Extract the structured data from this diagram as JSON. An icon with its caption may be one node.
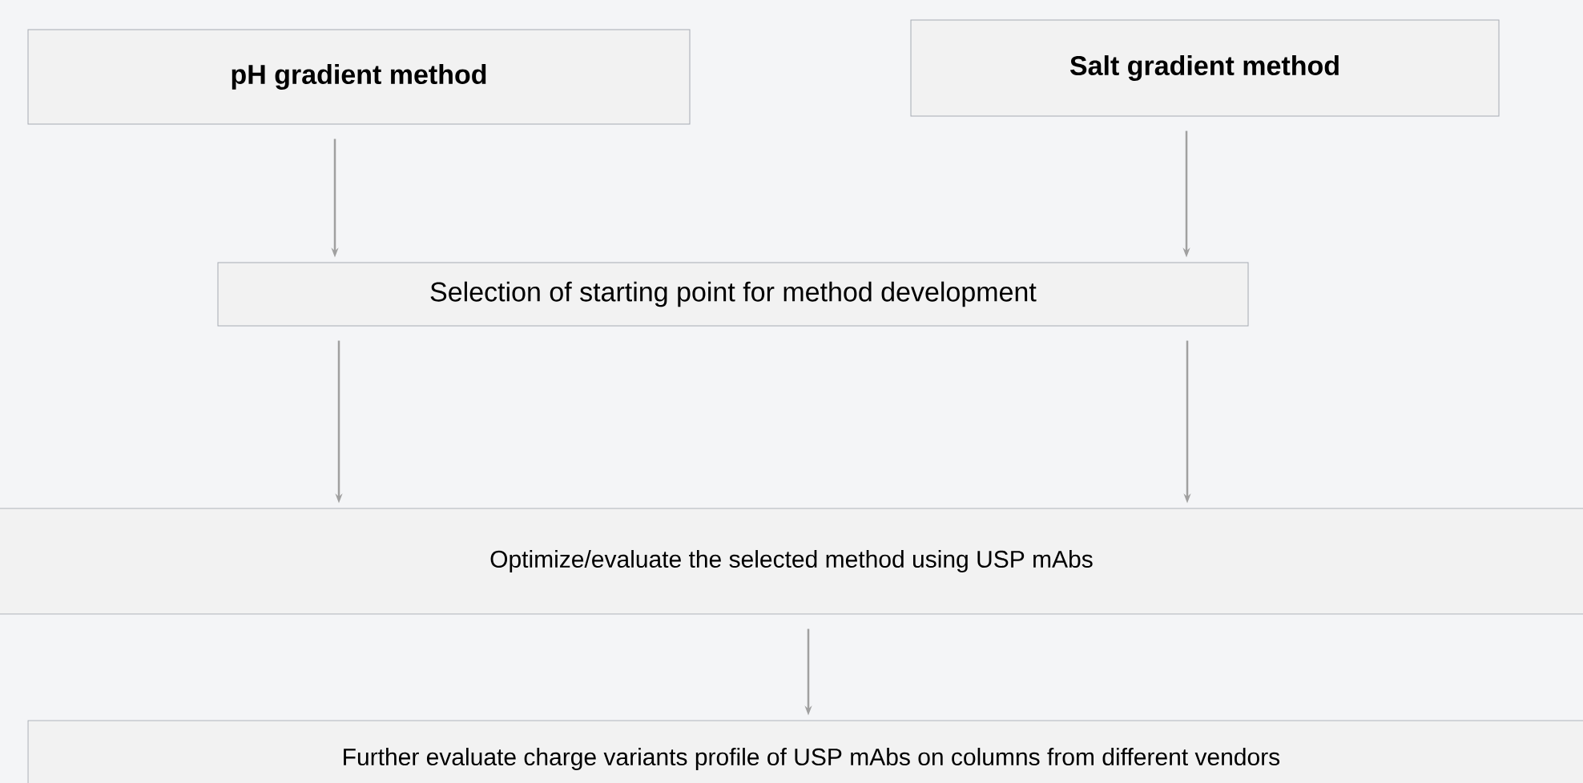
{
  "diagram": {
    "nodes": [
      {
        "text": [
          "pH gradient method"
        ]
      },
      {
        "text": [
          "Salt gradient method"
        ]
      },
      {
        "text": [
          "Selection of starting point for method development"
        ]
      },
      {
        "text": [
          "Optimize/evaluate the selected method using USP mAbs"
        ]
      },
      {
        "text": [
          "Further evaluate charge variants profile of USP mAbs on columns from different vendors"
        ]
      }
    ],
    "edges": [
      {
        "from": 0,
        "to": 2,
        "arrow": "to"
      },
      {
        "from": 1,
        "to": 2,
        "arrow": "to"
      },
      {
        "from": 2,
        "to": 3,
        "arrow": "to"
      },
      {
        "from": 2,
        "to": 3,
        "arrow": "to"
      },
      {
        "from": 3,
        "to": 4,
        "arrow": "to"
      }
    ]
  }
}
